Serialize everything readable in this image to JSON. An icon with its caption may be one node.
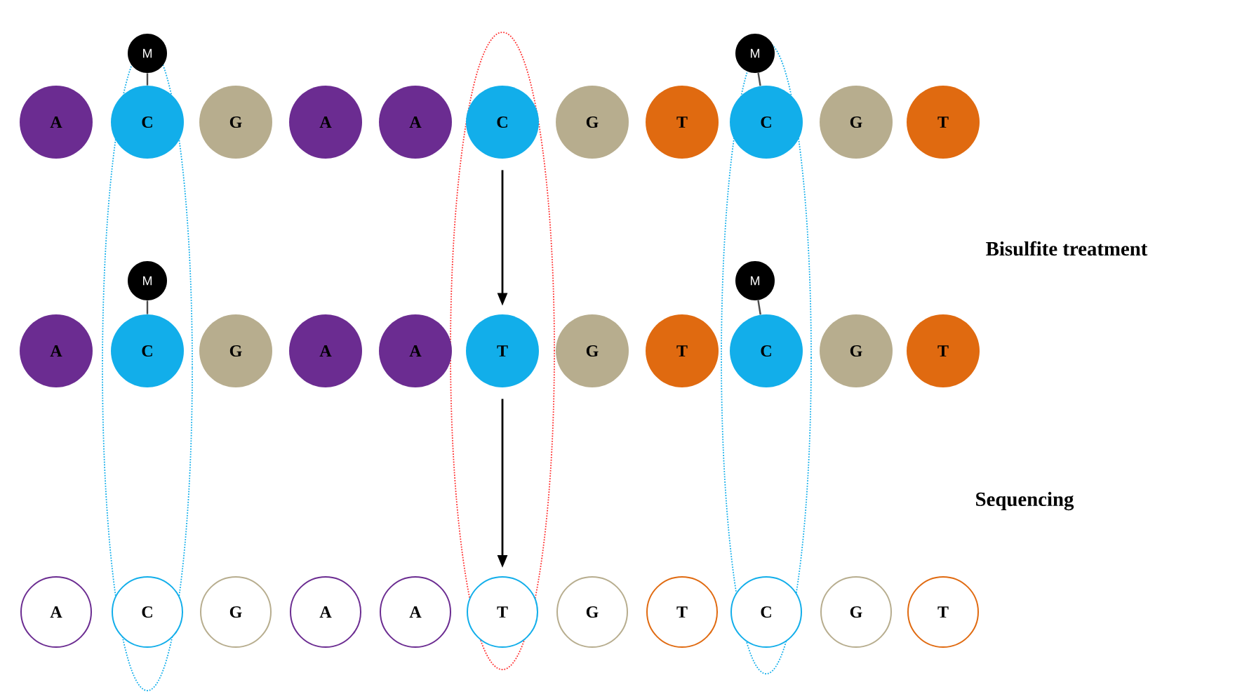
{
  "diagram": {
    "nodes": [
      {
        "text": [
          "M"
        ]
      },
      {
        "text": [
          "M"
        ]
      },
      {
        "text": [
          "A"
        ]
      },
      {
        "text": [
          "C"
        ]
      },
      {
        "text": [
          "G"
        ]
      },
      {
        "text": [
          "A"
        ]
      },
      {
        "text": [
          "A"
        ]
      },
      {
        "text": [
          "C"
        ]
      },
      {
        "text": [
          "G"
        ]
      },
      {
        "text": [
          "T"
        ]
      },
      {
        "text": [
          "C"
        ]
      },
      {
        "text": [
          "G"
        ]
      },
      {
        "text": [
          "T"
        ]
      },
      {
        "text": [
          "M"
        ]
      },
      {
        "text": [
          "M"
        ]
      },
      {
        "text": [
          "A"
        ]
      },
      {
        "text": [
          "C"
        ]
      },
      {
        "text": [
          "G"
        ]
      },
      {
        "text": [
          "A"
        ]
      },
      {
        "text": [
          "A"
        ]
      },
      {
        "text": [
          "T"
        ]
      },
      {
        "text": [
          "G"
        ]
      },
      {
        "text": [
          "T"
        ]
      },
      {
        "text": [
          "C"
        ]
      },
      {
        "text": [
          "G"
        ]
      },
      {
        "text": [
          "T"
        ]
      },
      {
        "text": [
          "A"
        ]
      },
      {
        "text": [
          "C"
        ]
      },
      {
        "text": [
          "G"
        ]
      },
      {
        "text": [
          "A"
        ]
      },
      {
        "text": [
          "A"
        ]
      },
      {
        "text": [
          "T"
        ]
      },
      {
        "text": [
          "G"
        ]
      },
      {
        "text": [
          "T"
        ]
      },
      {
        "text": [
          "C"
        ]
      },
      {
        "text": [
          "G"
        ]
      },
      {
        "text": [
          "T"
        ]
      }
    ],
    "edges": [
      {
        "from": 0,
        "to": 3,
        "arrow": "none"
      },
      {
        "from": 1,
        "to": 10,
        "arrow": "none"
      },
      {
        "from": 13,
        "to": 16,
        "arrow": "none"
      },
      {
        "from": 14,
        "to": 23,
        "arrow": "none"
      },
      {
        "from": 7,
        "to": 20,
        "arrow": "to"
      },
      {
        "from": 20,
        "to": 31,
        "arrow": "to"
      }
    ],
    "labels": [
      "Bisulfite treatment",
      "Sequencing"
    ]
  }
}
